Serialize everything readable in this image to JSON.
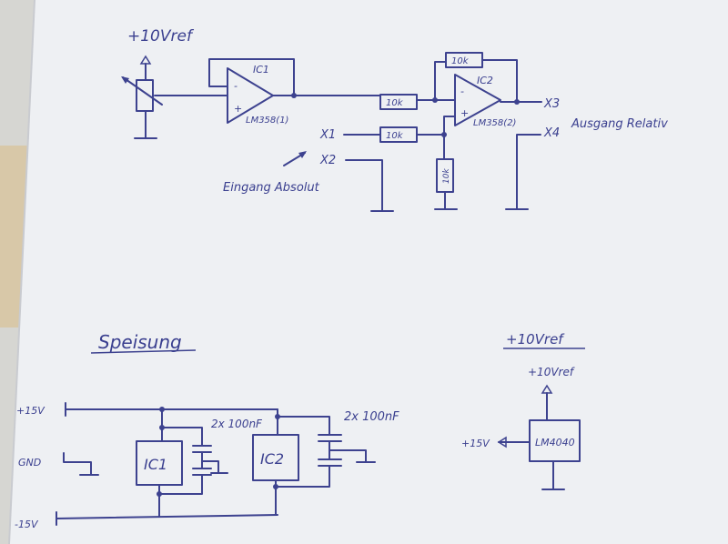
{
  "title_ref": "+10Vref",
  "ic1": {
    "label": "IC1",
    "part": "LM358(1)",
    "minus": "-",
    "plus": "+"
  },
  "ic2": {
    "label": "IC2",
    "part": "LM358(2)",
    "minus": "-",
    "plus": "+"
  },
  "resistors": {
    "r_fb": "10k",
    "r_in1": "10k",
    "r_in2": "10k",
    "r_gnd": "10k"
  },
  "terminals": {
    "x1": "X1",
    "x2": "X2",
    "x3": "X3",
    "x4": "X4"
  },
  "notes": {
    "input": "Eingang Absolut",
    "output": "Ausgang Relativ"
  },
  "supply": {
    "heading": "Speisung",
    "plus15": "+15V",
    "gnd": "GND",
    "minus15": "-15V",
    "ic1": "IC1",
    "ic2": "IC2",
    "caps1": "2x 100nF",
    "caps2": "2x 100nF"
  },
  "ref_section": {
    "heading": "+10Vref",
    "out": "+10Vref",
    "in": "+15V",
    "part": "LM4040"
  },
  "colors": {
    "ink": "#3d428f",
    "paper": "#eef0f2"
  }
}
